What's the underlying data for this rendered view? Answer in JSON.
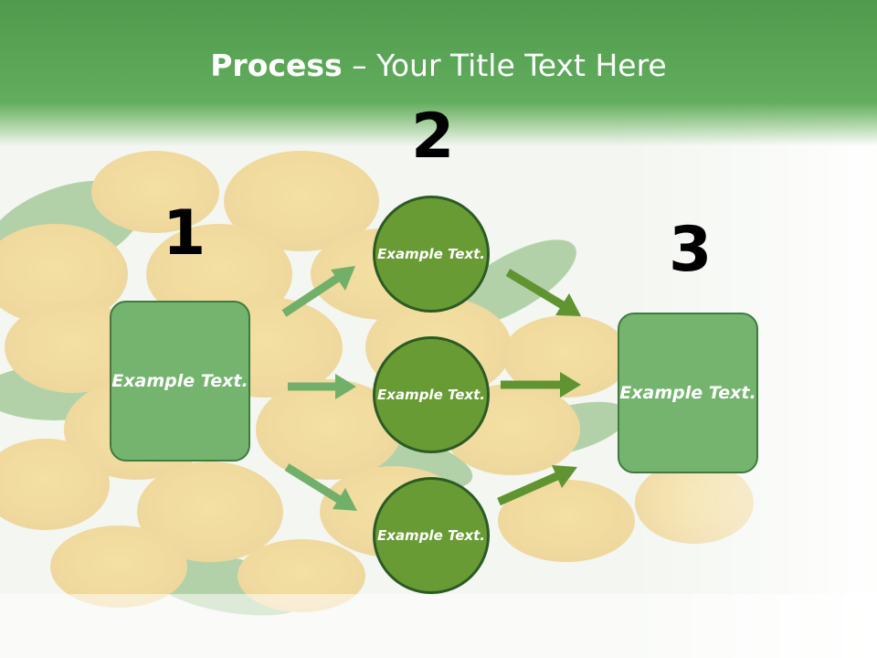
{
  "title": {
    "bold": "Process",
    "rest": " – Your Title Text Here"
  },
  "steps": {
    "one": {
      "number": "1",
      "label": "Example Text."
    },
    "two": {
      "number": "2"
    },
    "three": {
      "number": "3",
      "label": "Example Text."
    }
  },
  "circles": [
    {
      "label": "Example Text."
    },
    {
      "label": "Example Text."
    },
    {
      "label": "Example Text."
    }
  ],
  "colors": {
    "header": "#62ad5e",
    "box_fill": "#74b46e",
    "circle_fill": "#689b33",
    "light_arrow": "#72b06a",
    "dark_arrow": "#5f9430"
  }
}
